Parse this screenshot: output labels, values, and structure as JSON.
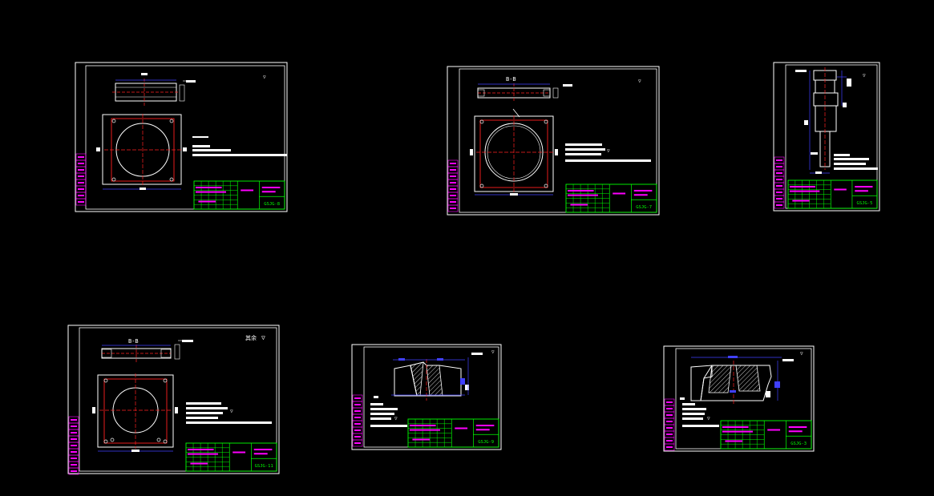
{
  "colors": {
    "background": "#000000",
    "frame": "#ffffff",
    "centerline": "#ff2020",
    "hidden": "#ff2020",
    "dimension": "#4040ff",
    "titleblock": "#00ff00",
    "label": "#ff00ff",
    "hatch": "#ffffff"
  },
  "sheets": [
    {
      "id": "sheet-1",
      "drawing_no": "GSJG-8",
      "section_label": "",
      "title_cn": "",
      "kind": "flange"
    },
    {
      "id": "sheet-2",
      "drawing_no": "GSJG-7",
      "section_label": "B-B",
      "title_cn": "",
      "kind": "flange"
    },
    {
      "id": "sheet-3",
      "drawing_no": "GSJG-5",
      "section_label": "",
      "title_cn": "",
      "kind": "shaft"
    },
    {
      "id": "sheet-4",
      "drawing_no": "GSJG-11",
      "section_label": "B-B",
      "title_cn": "其余",
      "kind": "flange"
    },
    {
      "id": "sheet-5",
      "drawing_no": "GSJG-9",
      "section_label": "",
      "title_cn": "",
      "kind": "ring"
    },
    {
      "id": "sheet-6",
      "drawing_no": "GSJG-3",
      "section_label": "",
      "title_cn": "",
      "kind": "ring"
    }
  ]
}
